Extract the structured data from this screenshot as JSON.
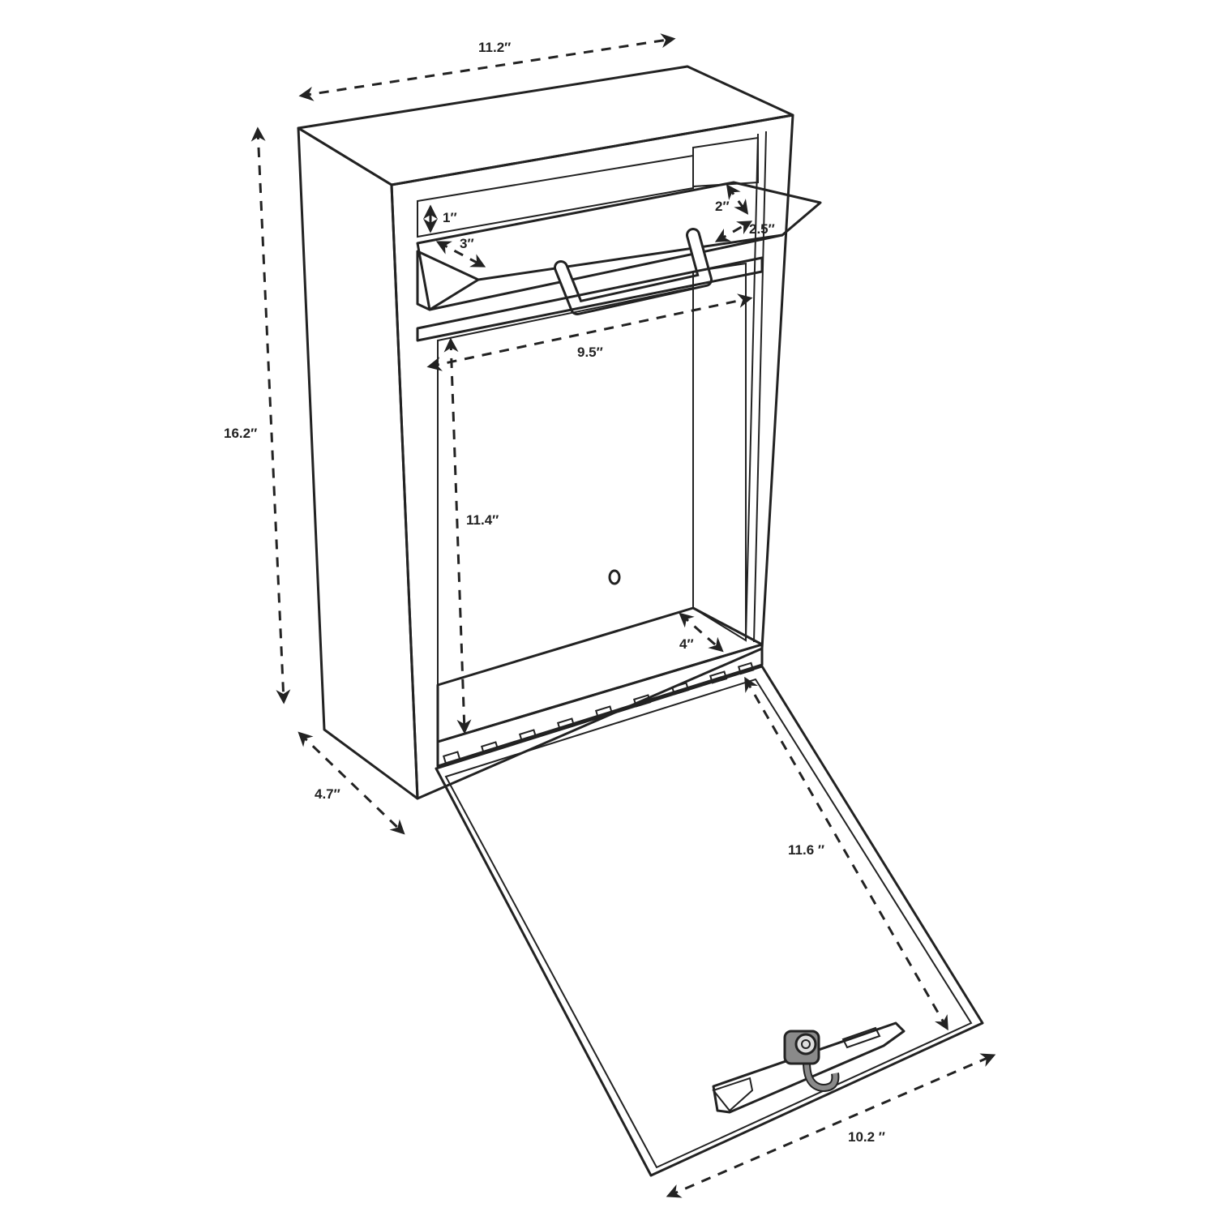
{
  "diagram": {
    "title": "Locking mailbox dimensions diagram",
    "colors": {
      "background": "#ffffff",
      "outline": "#222222",
      "interior_back": "#a3a3a3",
      "interior_side": "#5f5f5f",
      "lock_metal": "#8a8a8a"
    },
    "dimensions": {
      "width": "11.2″",
      "height": "16.2″",
      "depth": "4.7″",
      "slot_height": "1″",
      "slot_flap_depth_left": "3″",
      "slot_flap_height_right": "2″",
      "slot_flap_depth_right": "2.5″",
      "interior_width": "9.5″",
      "interior_height": "11.4″",
      "interior_depth": "4″",
      "door_height": "11.6 ″",
      "door_width": "10.2 ″"
    },
    "components": {
      "slot_flap": "Mail slot flap with handle",
      "door": "Drop-down front door",
      "lock": "Cam lock with latch",
      "mount_hole": "Rear mounting hole"
    }
  }
}
